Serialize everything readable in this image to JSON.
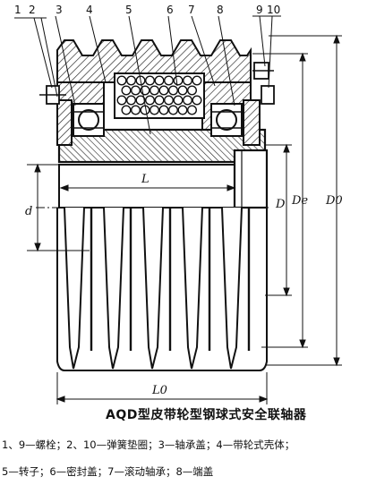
{
  "part_numbers": [
    "1",
    "2",
    "3",
    "4",
    "5",
    "6",
    "7",
    "8",
    "9",
    "10"
  ],
  "dimensions": {
    "L": "L",
    "d": "d",
    "D": "D",
    "De": "De",
    "D0": "D0",
    "L0": "L0"
  },
  "caption": {
    "title": "AQD型皮带轮型钢球式安全联轴器",
    "legend_line_1": "1、9—螺栓；2、10—弹簧垫圈；3—轴承盖；4—带轮式壳体；",
    "legend_line_2": "5—转子；6—密封盖；7—滚动轴承；8—端盖"
  }
}
